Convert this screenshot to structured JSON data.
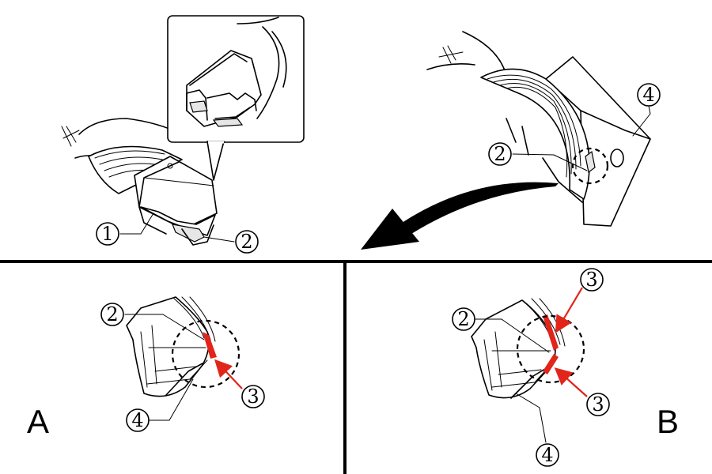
{
  "callouts": {
    "pedal_part": "1",
    "cover": "2",
    "adhesion_edge": "3",
    "pedal_board": "4"
  },
  "panels": {
    "left_label": "A",
    "right_label": "B"
  },
  "colors": {
    "line": "#000000",
    "highlight": "#e1251b",
    "background": "#ffffff"
  },
  "icons": {
    "callout_marker": "circled-number",
    "detail_marker": "dashed-circle",
    "direction_marker": "curved-arrow"
  }
}
